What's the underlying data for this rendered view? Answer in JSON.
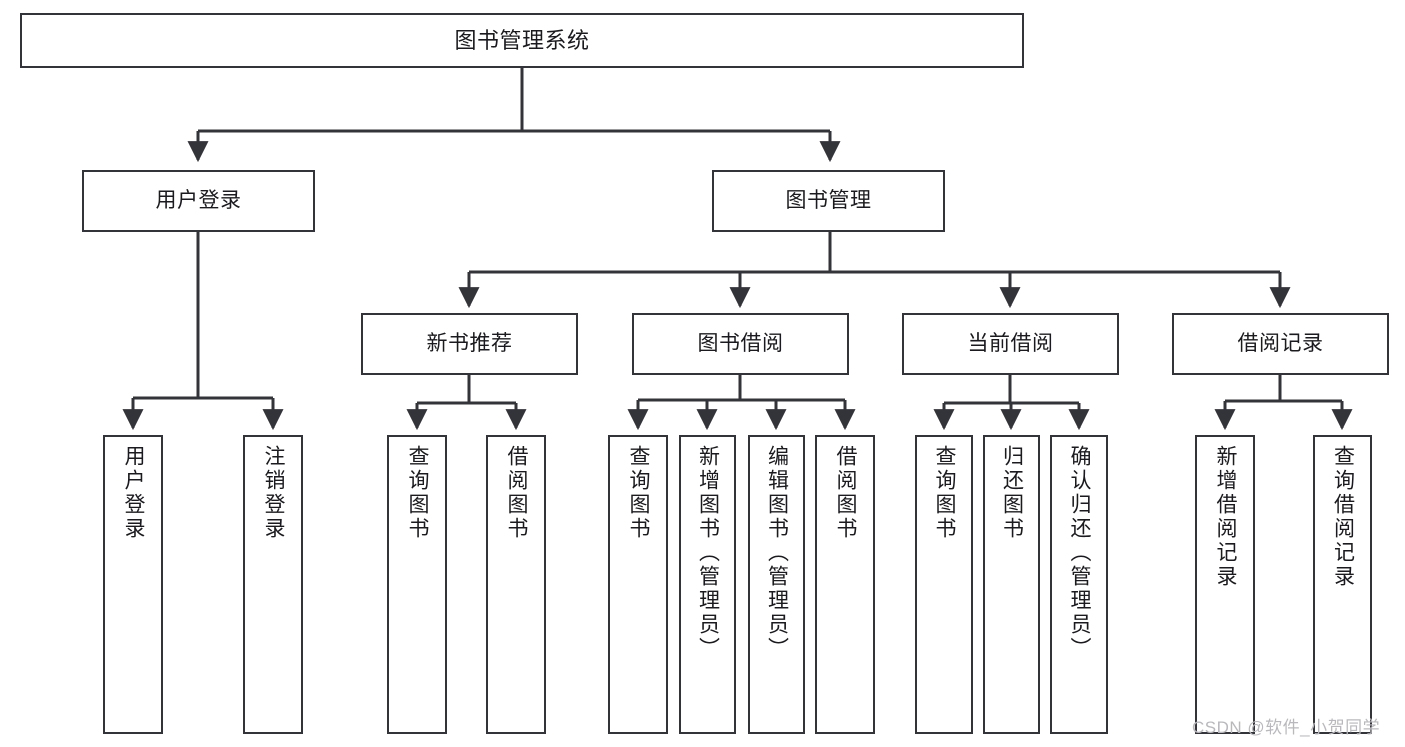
{
  "diagram": {
    "title": "图书管理系统",
    "type": "tree-hierarchy-chart",
    "orientation": "top-down",
    "colors": {
      "box_border": "#33333a",
      "box_fill": "#ffffff",
      "connector": "#33333a",
      "text": "#1b1b1f",
      "watermark": "#b9b9bd",
      "background": "#ffffff"
    }
  },
  "root": {
    "label": "图书管理系统"
  },
  "level2": [
    {
      "label": "用户登录"
    },
    {
      "label": "图书管理"
    }
  ],
  "level3": [
    {
      "label": "新书推荐"
    },
    {
      "label": "图书借阅"
    },
    {
      "label": "当前借阅"
    },
    {
      "label": "借阅记录"
    }
  ],
  "leaves": {
    "user_login": [
      {
        "label": "用户登录"
      },
      {
        "label": "注销登录"
      }
    ],
    "new_book_recommend": [
      {
        "label": "查询图书"
      },
      {
        "label": "借阅图书"
      }
    ],
    "book_borrow": [
      {
        "label": "查询图书"
      },
      {
        "label": "新增图书（管理员）"
      },
      {
        "label": "编辑图书（管理员）"
      },
      {
        "label": "借阅图书"
      }
    ],
    "current_borrow": [
      {
        "label": "查询图书"
      },
      {
        "label": "归还图书"
      },
      {
        "label": "确认归还（管理员）"
      }
    ],
    "borrow_record": [
      {
        "label": "新增借阅记录"
      },
      {
        "label": "查询借阅记录"
      }
    ]
  },
  "watermark": {
    "text": "CSDN @软件_小贺同学"
  }
}
